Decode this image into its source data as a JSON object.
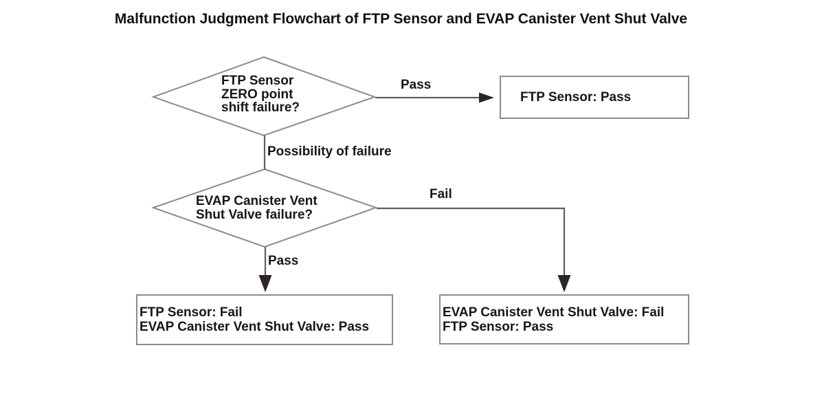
{
  "title": "Malfunction Judgment Flowchart of FTP Sensor and EVAP Canister Vent Shut Valve",
  "nodes": {
    "decision_ftp_zero": {
      "lines": [
        "FTP Sensor",
        "ZERO point",
        "shift failure?"
      ]
    },
    "decision_evap_vent": {
      "lines": [
        "EVAP Canister Vent",
        "Shut Valve failure?"
      ]
    },
    "result_ftp_pass": {
      "lines": [
        "FTP Sensor: Pass"
      ]
    },
    "result_ftp_fail_evap_pass": {
      "lines": [
        "FTP Sensor: Fail",
        "EVAP Canister Vent Shut Valve: Pass"
      ]
    },
    "result_evap_fail_ftp_pass": {
      "lines": [
        "EVAP Canister Vent Shut Valve: Fail",
        "FTP Sensor: Pass"
      ]
    }
  },
  "edge_labels": {
    "ftp_pass": "Pass",
    "possibility_of_failure": "Possibility of failure",
    "evap_fail": "Fail",
    "evap_pass": "Pass"
  },
  "colors": {
    "background": "#ffffff",
    "text": "#161616",
    "shape_border": "#8c8c8c",
    "connector": "#5e5e5e",
    "arrowhead": "#2b2523"
  }
}
